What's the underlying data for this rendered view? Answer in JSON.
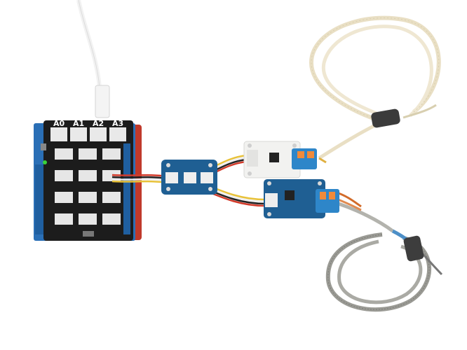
{
  "board": {
    "analog_labels": [
      "A0",
      "A1",
      "A2",
      "A3"
    ]
  },
  "colors": {
    "background": "#ffffff",
    "base_shield": "#1c1c1c",
    "arduino_blue": "#2a6fb6",
    "grove_blue": "#1f5f93",
    "white_module": "#f2f2f0",
    "cable_red": "#d23a2a",
    "cable_black": "#222222",
    "cable_white": "#eeeeee",
    "cable_yellow": "#e8c23a",
    "probe_braid_white": "#e9dfc4",
    "probe_braid_metal": "#9a9a94"
  }
}
